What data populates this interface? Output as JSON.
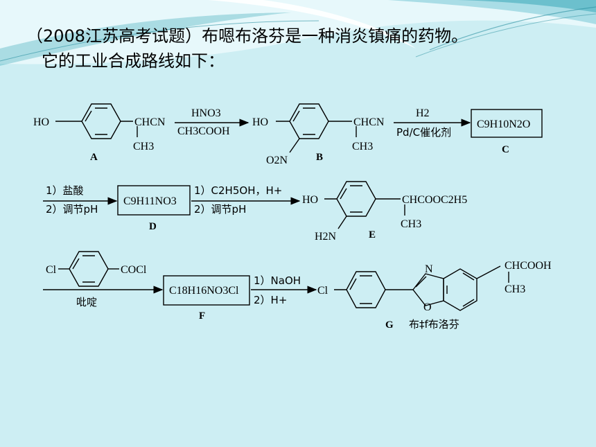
{
  "slide": {
    "title_line1": "（2008江苏高考试题）布嗯布洛芬是一种消炎镇痛的药物。",
    "title_line2": "它的工业合成路线如下："
  },
  "colors": {
    "background": "#cdeef3",
    "decor_teal": "#3aa8b8",
    "decor_light": "#ffffff",
    "text": "#000000"
  },
  "scheme": {
    "A": {
      "label": "A",
      "ho": "HO",
      "chain": "CHCN",
      "methyl": "CH3"
    },
    "step1": {
      "above": "HNO3",
      "below": "CH3COOH"
    },
    "B": {
      "label": "B",
      "ho": "HO",
      "chain": "CHCN",
      "methyl": "CH3",
      "sub": "O2N"
    },
    "step2": {
      "above": "H2",
      "below": "Pd/C催化剂"
    },
    "C": {
      "label": "C",
      "formula": "C9H10N2O"
    },
    "step3": {
      "above": "1）盐酸",
      "below": "2）调节pH"
    },
    "D": {
      "label": "D",
      "formula": "C9H11NO3"
    },
    "step4": {
      "above": "1）C2H5OH，H+",
      "below": "2）调节pH"
    },
    "E": {
      "label": "E",
      "ho": "HO",
      "chain": "CHCOOC2H5",
      "methyl": "CH3",
      "sub": "H2N"
    },
    "reagent": {
      "cl": "Cl",
      "acyl": "COCl",
      "below": "吡啶"
    },
    "F": {
      "label": "F",
      "formula": "C18H16NO3Cl"
    },
    "step5": {
      "above": "1）NaOH",
      "below": "2）H+"
    },
    "G": {
      "label": "G",
      "name": "布‡f布洛芬",
      "cl": "Cl",
      "n": "N",
      "o": "O",
      "chain": "CHCOOH",
      "methyl": "CH3"
    }
  }
}
